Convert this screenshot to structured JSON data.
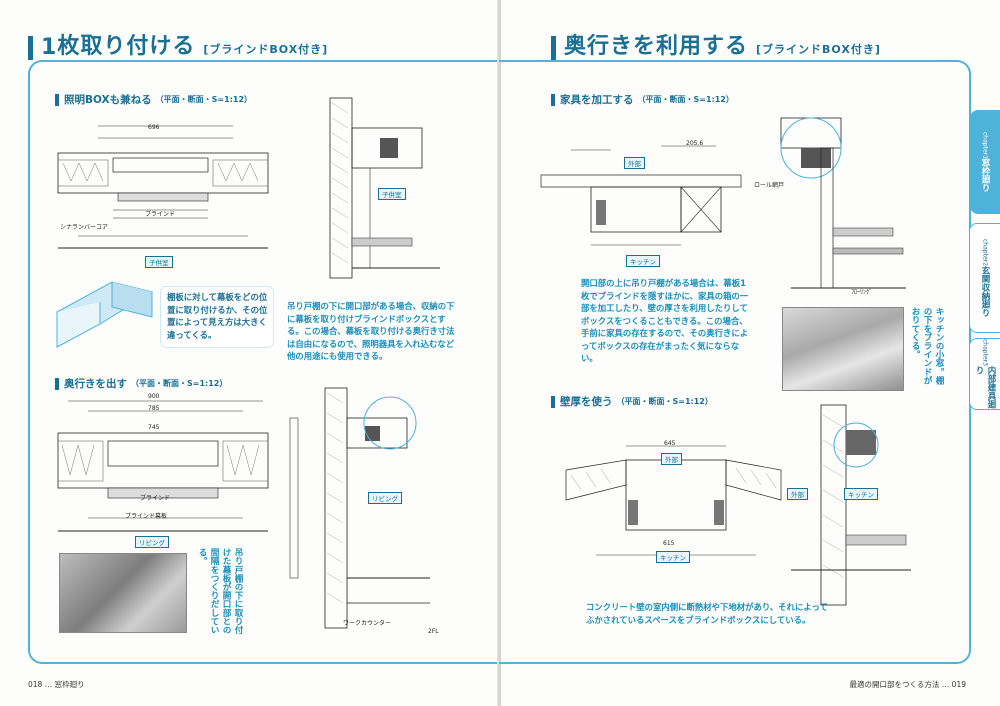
{
  "left": {
    "title_number": "1",
    "title": "枚取り付ける",
    "title_tag": "[ブラインドBOX付き]",
    "section1": {
      "heading": "照明BOXも兼ねる",
      "scale": "（平面・断面・S=1:12）"
    },
    "section1_note": "吊り戸棚の下に開口部がある場合、収納の下に幕板を取り付けブラインドボックスとする。この場合、幕板を取り付ける奥行き寸法は自由になるので、照明器具を入れ込むなど他の用途にも使用できる。",
    "callout": "棚板に対して幕板をどの位置に取り付けるか、その位置によって見え方は大きく違ってくる。",
    "section2": {
      "heading": "奥行きを出す",
      "scale": "（平面・断面・S=1:12）"
    },
    "section2_note": "吊り戸棚の下に取り付けた幕板が開口部との間隔をつくりだしている。",
    "labels": {
      "kodomo": "子供室",
      "living": "リビング",
      "top_dims": "696",
      "dim_900": "900",
      "dim_785": "785",
      "dim_745": "745",
      "blind": "ブラインド",
      "blind_makuita": "ブラインド幕板",
      "shinalan": "シナランバーコア",
      "work": "ワークカウンター",
      "fl": "2FL"
    },
    "footer": {
      "page": "018",
      "dots": "…",
      "chapter": "窓枠廻り"
    }
  },
  "right": {
    "title": "奥行きを利用する",
    "title_tag": "[ブラインドBOX付き]",
    "section1": {
      "heading": "家具を加工する",
      "scale": "（平面・断面・S=1:12）"
    },
    "section1_note": "開口部の上に吊り戸棚がある場合は、幕板1枚でブラインドを隠すほかに、家具の箱の一部を加工したり、壁の厚さを利用したりしてボックスをつくることもできる。この場合、手前に家具の存在するので、その奥行きによってボックスの存在がまったく気にならない。",
    "photo_note": "キッチンの小窓。棚の下をブラインドがおりてくる。",
    "section2": {
      "heading": "壁厚を使う",
      "scale": "（平面・断面・S=1:12）"
    },
    "section2_note": "コンクリート壁の室内側に断熱材や下地材があり、それによってふかされているスペースをブラインドボックスにしている。",
    "labels": {
      "gaibu": "外部",
      "kitchen": "キッチン",
      "dim_645": "645",
      "dim_615": "615",
      "dim_2056": "205.6",
      "roll": "ロール網戸",
      "fl": "ﾌﾛｰﾘﾝｸﾞ"
    },
    "tabs": [
      {
        "small": "chapter1",
        "label": "窓枠廻り",
        "active": true
      },
      {
        "small": "chapter2",
        "label": "玄関収納廻り",
        "active": false
      },
      {
        "small": "chapter3",
        "label": "内部建具廻り",
        "active": false
      }
    ],
    "footer": {
      "chapter": "最適の開口部をつくる方法",
      "dots": "…",
      "page": "019"
    }
  },
  "colors": {
    "accent": "#1a6f94",
    "frame": "#4fb3d9",
    "note": "#1a8fbc"
  }
}
